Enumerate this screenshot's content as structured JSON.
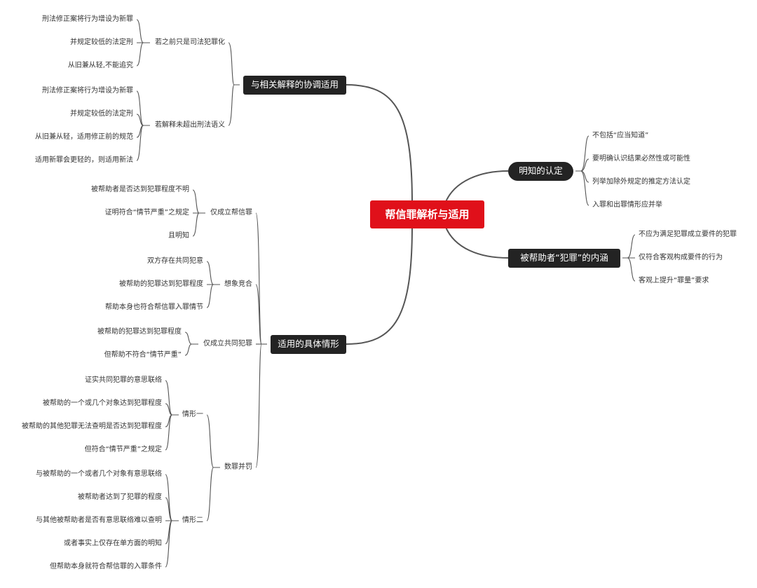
{
  "root": "帮信罪解析与适用",
  "branches": [
    {
      "label": "与相关解释的协调适用",
      "children": [
        {
          "label": "若之前只是司法犯罪化",
          "children": [
            {
              "label": "刑法修正案将行为增设为新罪"
            },
            {
              "label": "并规定较低的法定刑"
            },
            {
              "label": "从旧兼从轻,不能追究"
            }
          ]
        },
        {
          "label": "若解释未超出刑法语义",
          "children": [
            {
              "label": "刑法修正案将行为增设为新罪"
            },
            {
              "label": "并规定较低的法定刑"
            },
            {
              "label": "从旧兼从轻，适用修正前的规范"
            },
            {
              "label": "适用新罪会更轻的，则适用新法"
            }
          ]
        }
      ]
    },
    {
      "label": "适用的具体情形",
      "children": [
        {
          "label": "仅成立帮信罪",
          "children": [
            {
              "label": "被帮助者是否达到犯罪程度不明"
            },
            {
              "label": "证明符合“情节严重”之规定"
            },
            {
              "label": "且明知"
            }
          ]
        },
        {
          "label": "想象竞合",
          "children": [
            {
              "label": "双方存在共同犯意"
            },
            {
              "label": "被帮助的犯罪达到犯罪程度"
            },
            {
              "label": "帮助本身也符合帮信罪入罪情节"
            }
          ]
        },
        {
          "label": "仅成立共同犯罪",
          "children": [
            {
              "label": "被帮助的犯罪达到犯罪程度"
            },
            {
              "label": "但帮助不符合“情节严重”"
            }
          ]
        },
        {
          "label": "数罪并罚",
          "children": [
            {
              "label": "情形一",
              "children": [
                {
                  "label": "证实共同犯罪的意思联络"
                },
                {
                  "label": "被帮助的一个或几个对象达到犯罪程度"
                },
                {
                  "label": "被帮助的其他犯罪无法查明是否达到犯罪程度"
                },
                {
                  "label": "但符合“情节严重”之规定"
                }
              ]
            },
            {
              "label": "情形二",
              "children": [
                {
                  "label": "与被帮助的一个或者几个对象有意思联络"
                },
                {
                  "label": "被帮助者达到了犯罪的程度"
                },
                {
                  "label": "与其他被帮助者是否有意思联络难以查明"
                },
                {
                  "label": "或者事实上仅存在单方面的明知"
                },
                {
                  "label": "但帮助本身就符合帮信罪的入罪条件"
                }
              ]
            }
          ]
        }
      ]
    },
    {
      "label": "明知的认定",
      "children": [
        {
          "label": "不包括“应当知道”"
        },
        {
          "label": "要明确认识结果必然性或可能性"
        },
        {
          "label": "列举加除外规定的推定方法认定"
        },
        {
          "label": "入罪和出罪情形应并举"
        }
      ]
    },
    {
      "label": "被帮助者“犯罪”的内涵",
      "children": [
        {
          "label": "不应为满足犯罪成立要件的犯罪"
        },
        {
          "label": "仅符合客观构成要件的行为"
        },
        {
          "label": "客观上提升“罪量”要求"
        }
      ]
    }
  ],
  "colors": {
    "root": "#e0101a",
    "branch": "#232323",
    "line": "#555555"
  }
}
